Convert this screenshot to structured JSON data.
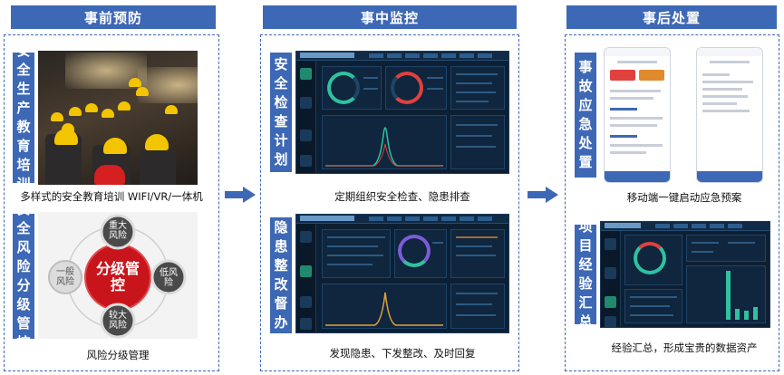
{
  "headers": {
    "before": "事前预防",
    "during": "事中监控",
    "after": "事后处置"
  },
  "labels": {
    "education": "安全生产教育培训",
    "risk": "安全风险分级管控",
    "inspection": "安全检查计划",
    "hazard": "隐患整改督办",
    "emergency": "事故应急处置",
    "experience": "项目经验汇总"
  },
  "captions": {
    "education": "多样式的安全教育培训 WIFI/VR/一体机",
    "risk": "风险分级管理",
    "inspection": "定期组织安全检查、隐患排查",
    "hazard": "发现隐患、下发整改、及时回复",
    "emergency": "移动端一键启动应急预案",
    "experience": "经验汇总，形成宝贵的数据资产"
  },
  "risk_diagram": {
    "center": "分级管控",
    "top": "重大风险",
    "right": "低风险",
    "bottom": "较大风险",
    "left": "一般风险"
  },
  "colors": {
    "brand": "#3d68b5",
    "risk_center": "#c8151b",
    "dashboard_bg": "#0d1f33",
    "accent_green": "#2ec2a0"
  }
}
